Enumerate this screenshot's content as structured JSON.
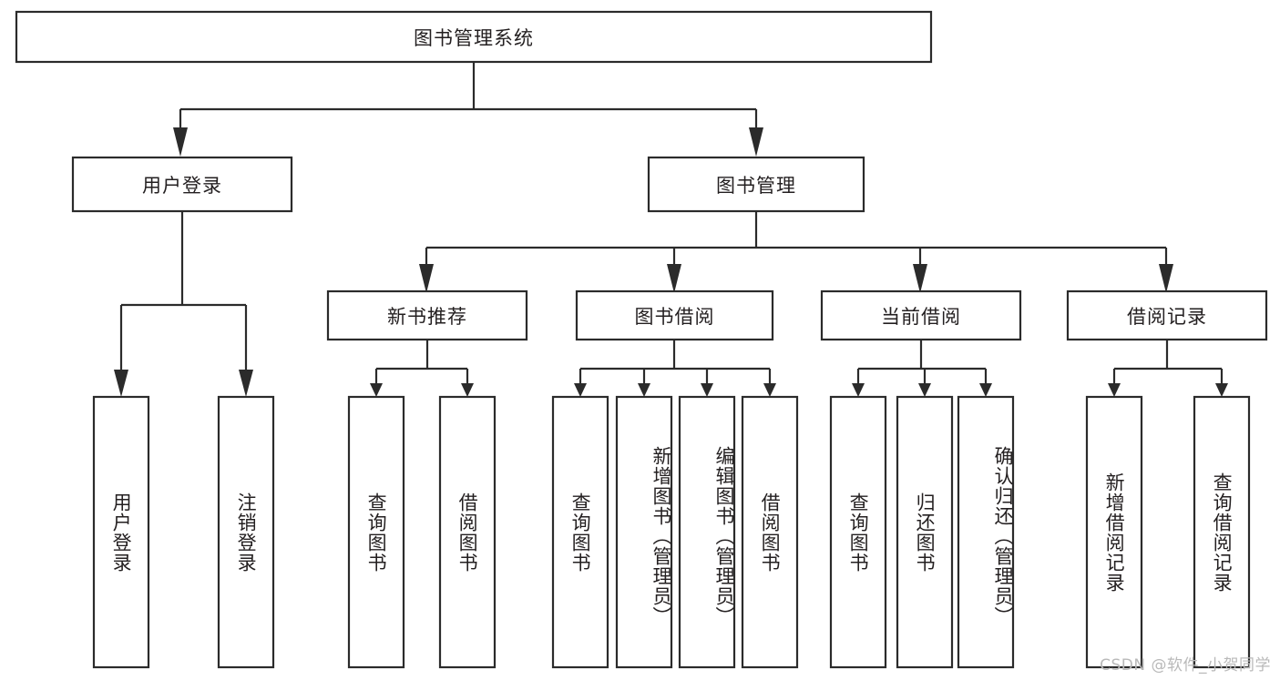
{
  "diagram": {
    "type": "tree-hierarchy-functional-decomposition",
    "root": {
      "id": "root",
      "label": "图书管理系统"
    },
    "level2": [
      {
        "id": "user-login",
        "label": "用户登录"
      },
      {
        "id": "book-manage",
        "label": "图书管理"
      }
    ],
    "level3": [
      {
        "id": "new-book-recommend",
        "label": "新书推荐",
        "parent": "book-manage"
      },
      {
        "id": "book-borrow",
        "label": "图书借阅",
        "parent": "book-manage"
      },
      {
        "id": "current-borrow",
        "label": "当前借阅",
        "parent": "book-manage"
      },
      {
        "id": "borrow-record",
        "label": "借阅记录",
        "parent": "book-manage"
      }
    ],
    "leaves": [
      {
        "id": "leaf-user-login",
        "label": "用户登录",
        "parent": "user-login"
      },
      {
        "id": "leaf-logout-login",
        "label": "注销登录",
        "parent": "user-login"
      },
      {
        "id": "leaf-query-book-1",
        "label": "查询图书",
        "parent": "new-book-recommend"
      },
      {
        "id": "leaf-borrow-book-1",
        "label": "借阅图书",
        "parent": "new-book-recommend"
      },
      {
        "id": "leaf-query-book-2",
        "label": "查询图书",
        "parent": "book-borrow"
      },
      {
        "id": "leaf-add-book",
        "label": "新增图书（管理员）",
        "parent": "book-borrow"
      },
      {
        "id": "leaf-edit-book",
        "label": "编辑图书（管理员）",
        "parent": "book-borrow"
      },
      {
        "id": "leaf-borrow-book-2",
        "label": "借阅图书",
        "parent": "book-borrow"
      },
      {
        "id": "leaf-query-book-3",
        "label": "查询图书",
        "parent": "current-borrow"
      },
      {
        "id": "leaf-return-book",
        "label": "归还图书",
        "parent": "current-borrow"
      },
      {
        "id": "leaf-confirm-return",
        "label": "确认归还（管理员）",
        "parent": "current-borrow"
      },
      {
        "id": "leaf-add-record",
        "label": "新增借阅记录",
        "parent": "borrow-record"
      },
      {
        "id": "leaf-query-record",
        "label": "查询借阅记录",
        "parent": "borrow-record"
      }
    ],
    "colors": {
      "stroke": "#2b2b2b",
      "fill": "#ffffff",
      "text": "#231f20",
      "watermark": "#b9b9b9",
      "background": "#ffffff"
    }
  },
  "watermark": {
    "text": "CSDN @软件_小贺同学"
  }
}
